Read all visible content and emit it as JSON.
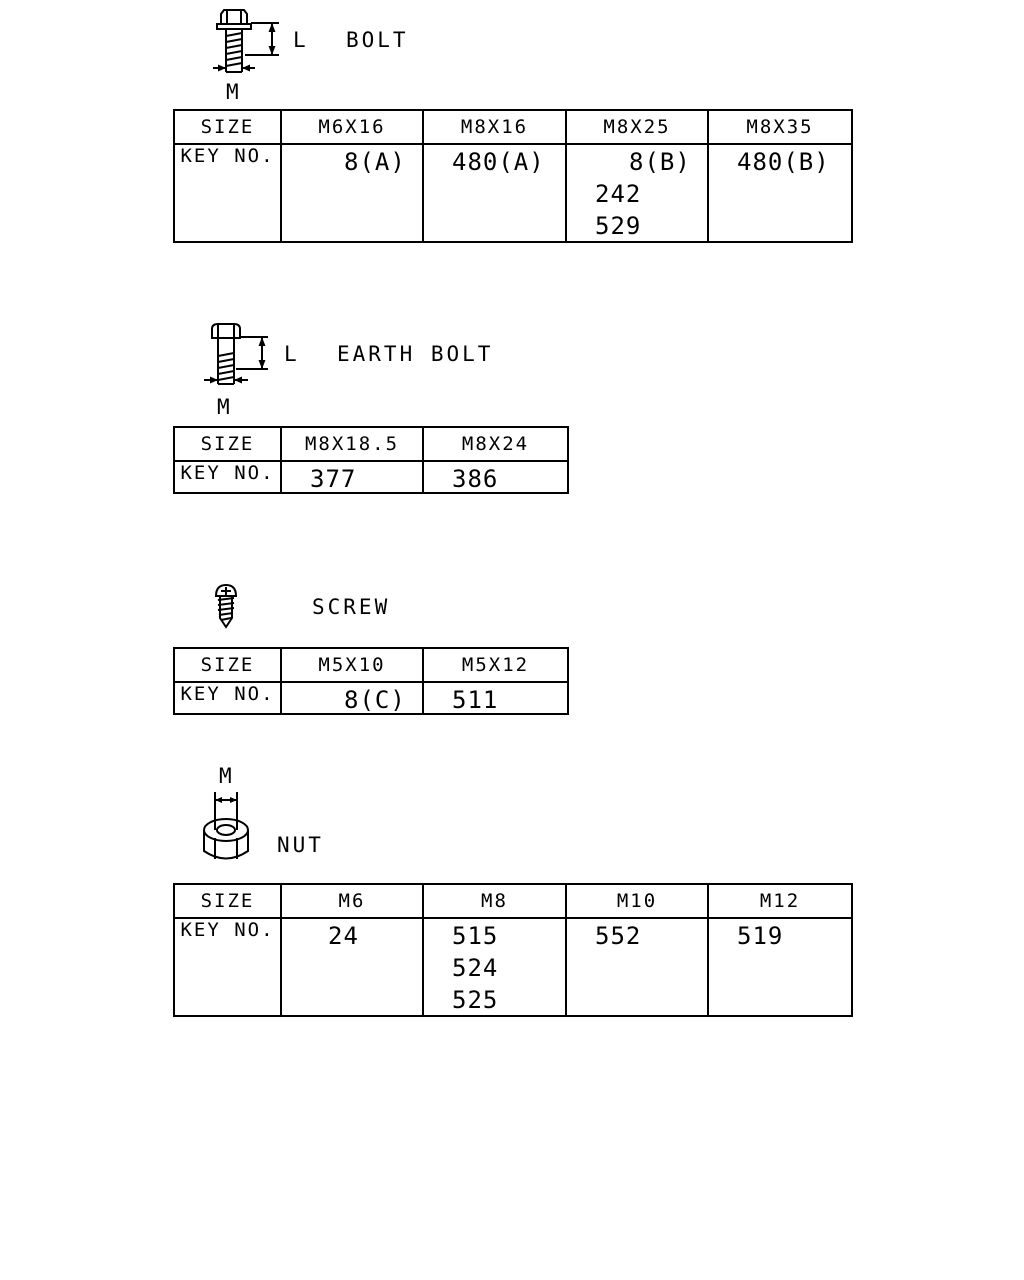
{
  "dimension_labels": {
    "length": "L",
    "diameter": "M"
  },
  "size_label": "SIZE",
  "key_label": "KEY NO.",
  "bolt": {
    "title": "BOLT",
    "sizes": [
      "M6X16",
      "M8X16",
      "M8X25",
      "M8X35"
    ],
    "keys": [
      [
        "8(A)"
      ],
      [
        "480(A)"
      ],
      [
        "8(B)",
        "242",
        "529"
      ],
      [
        "480(B)"
      ]
    ]
  },
  "earth_bolt": {
    "title": "EARTH BOLT",
    "sizes": [
      "M8X18.5",
      "M8X24"
    ],
    "keys": [
      [
        "377"
      ],
      [
        "386"
      ]
    ]
  },
  "screw": {
    "title": "SCREW",
    "sizes": [
      "M5X10",
      "M5X12"
    ],
    "keys": [
      [
        "8(C)"
      ],
      [
        "511"
      ]
    ]
  },
  "nut": {
    "title": "NUT",
    "sizes": [
      "M6",
      "M8",
      "M10",
      "M12"
    ],
    "keys": [
      [
        "24"
      ],
      [
        "515",
        "524",
        "525"
      ],
      [
        "552"
      ],
      [
        "519"
      ]
    ]
  }
}
